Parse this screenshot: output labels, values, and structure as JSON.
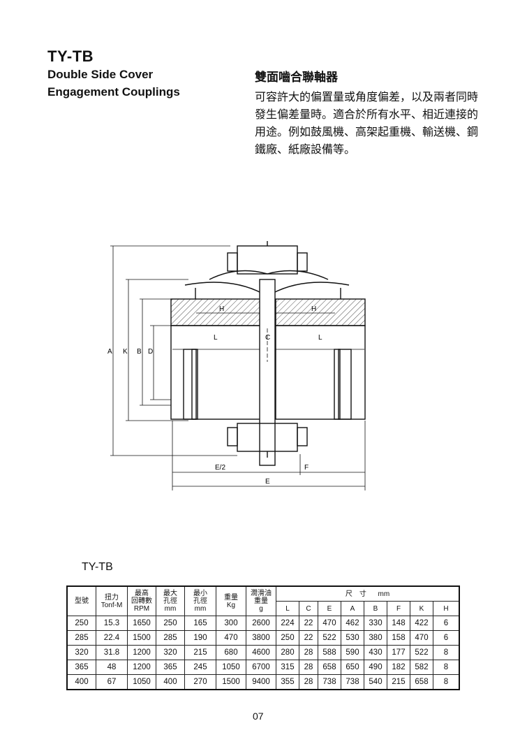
{
  "header": {
    "model": "TY-TB",
    "english_line1": "Double Side Cover",
    "english_line2": "Engagement Couplings",
    "chinese_title": "雙面嚙合聯軸器",
    "chinese_description": "可容許大的偏置量或角度偏差，以及兩者同時發生偏差量時。適合於所有水平、相近連接的用途。例如鼓風機、高架起重機、輸送機、鋼鐵廠、紙廠設備等。"
  },
  "drawing": {
    "labels": {
      "a": "A",
      "k": "K",
      "b": "B",
      "d": "D",
      "h_left": "H",
      "h_right": "H",
      "l_left": "L",
      "c": "C",
      "l_right": "L",
      "e_half": "E/2",
      "f": "F",
      "e": "E"
    }
  },
  "table": {
    "title": "TY-TB",
    "headers": {
      "model": "型號",
      "torque": "扭力",
      "torque_unit": "Tonf-M",
      "max_rpm_1": "最高",
      "max_rpm_2": "回轉數",
      "max_rpm_unit": "RPM",
      "max_bore_1": "最大",
      "max_bore_2": "孔徑",
      "max_bore_unit": "mm",
      "min_bore_1": "最小",
      "min_bore_2": "孔徑",
      "min_bore_unit": "mm",
      "weight": "重量",
      "weight_unit": "Kg",
      "oil_1": "潤滑油",
      "oil_2": "重量",
      "oil_unit": "g",
      "dimensions": "尺　寸",
      "dimensions_unit": "mm",
      "dim_cols": [
        "L",
        "C",
        "E",
        "A",
        "B",
        "F",
        "K",
        "H"
      ]
    },
    "rows": [
      [
        "250",
        "15.3",
        "1650",
        "250",
        "165",
        "300",
        "2600",
        "224",
        "22",
        "470",
        "462",
        "330",
        "148",
        "422",
        "6"
      ],
      [
        "285",
        "22.4",
        "1500",
        "285",
        "190",
        "470",
        "3800",
        "250",
        "22",
        "522",
        "530",
        "380",
        "158",
        "470",
        "6"
      ],
      [
        "320",
        "31.8",
        "1200",
        "320",
        "215",
        "680",
        "4600",
        "280",
        "28",
        "588",
        "590",
        "430",
        "177",
        "522",
        "8"
      ],
      [
        "365",
        "48",
        "1200",
        "365",
        "245",
        "1050",
        "6700",
        "315",
        "28",
        "658",
        "650",
        "490",
        "182",
        "582",
        "8"
      ],
      [
        "400",
        "67",
        "1050",
        "400",
        "270",
        "1500",
        "9400",
        "355",
        "28",
        "738",
        "738",
        "540",
        "215",
        "658",
        "8"
      ]
    ]
  },
  "footer": {
    "page_number": "07"
  }
}
